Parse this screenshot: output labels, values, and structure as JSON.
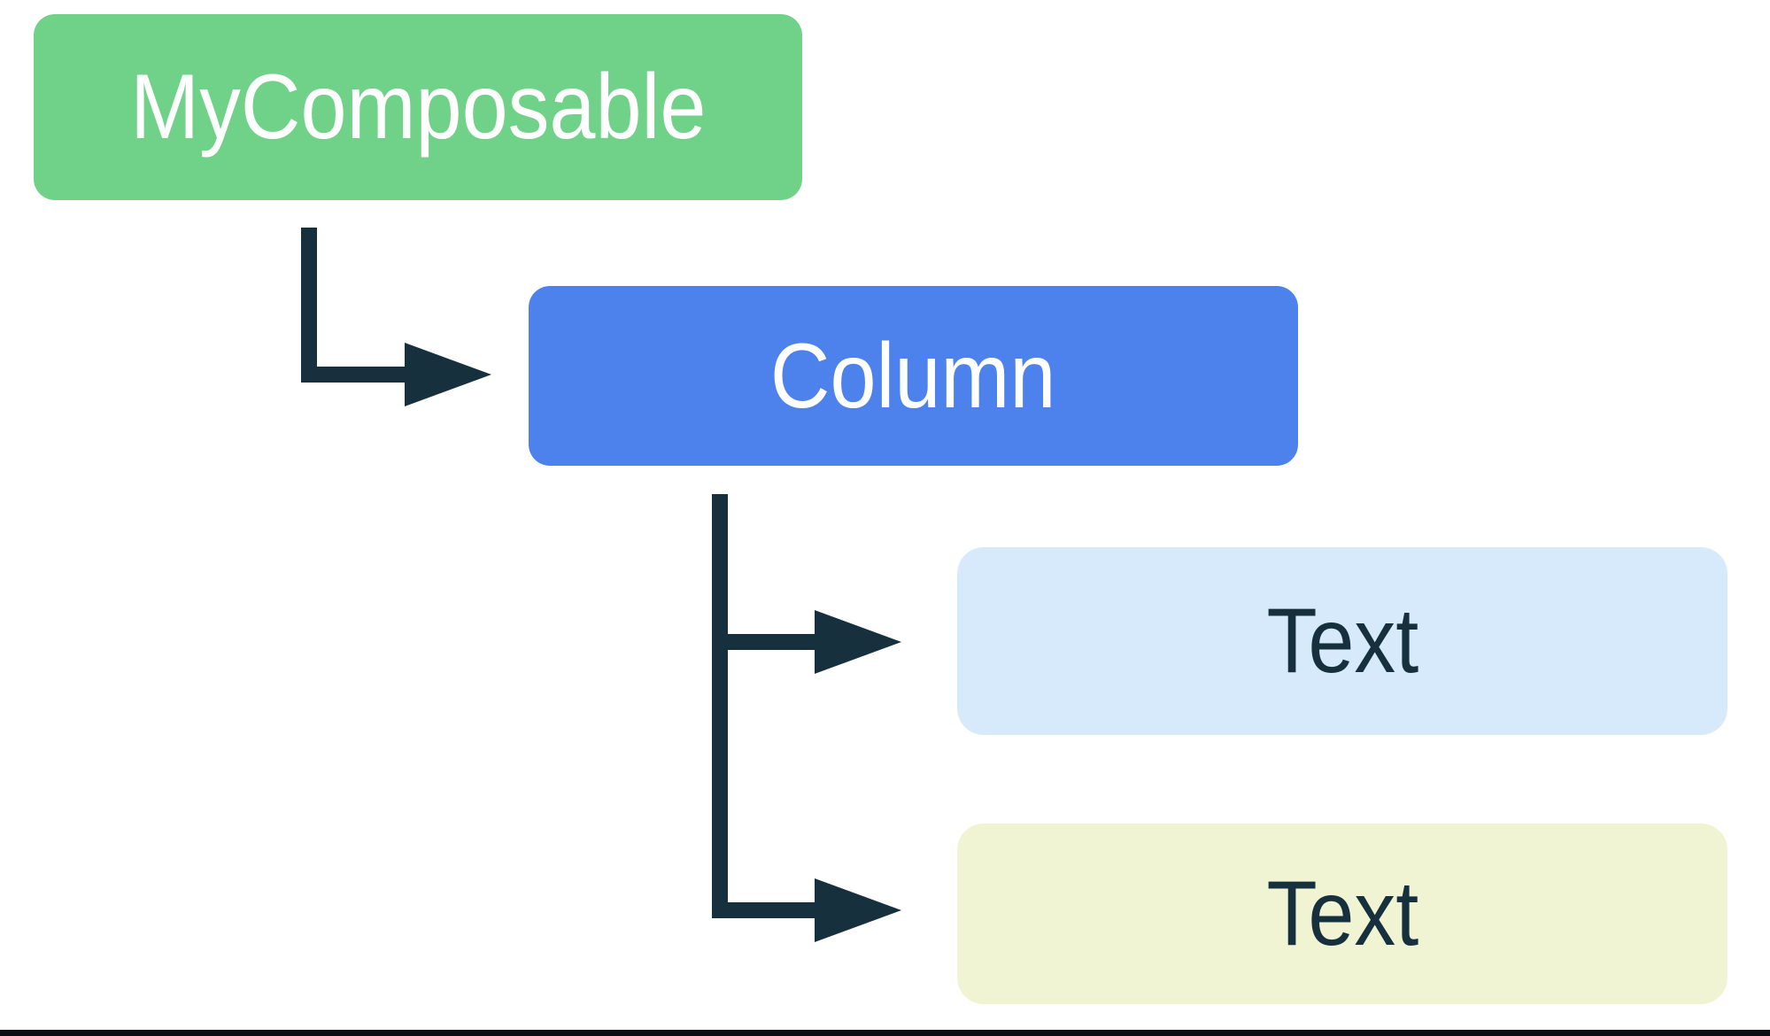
{
  "diagram": {
    "type": "tree",
    "description_of_structure": "MyComposable -> Column -> [Text, Text]",
    "nodes": [
      {
        "id": "my-composable",
        "label": "MyComposable",
        "bg": "#70D189",
        "fg": "#FFFFFF"
      },
      {
        "id": "column",
        "label": "Column",
        "bg": "#4D81EB",
        "fg": "#FFFFFF"
      },
      {
        "id": "text-1",
        "label": "Text",
        "bg": "#D7EAFC",
        "fg": "#17303E"
      },
      {
        "id": "text-2",
        "label": "Text",
        "bg": "#F0F4D3",
        "fg": "#17303E"
      }
    ],
    "edges": [
      {
        "from": "my-composable",
        "to": "column"
      },
      {
        "from": "column",
        "to": "text-1"
      },
      {
        "from": "column",
        "to": "text-2"
      }
    ],
    "connector_color": "#17303E",
    "bottom_border_color": "#0B0F14",
    "background": "#FFFFFF"
  }
}
